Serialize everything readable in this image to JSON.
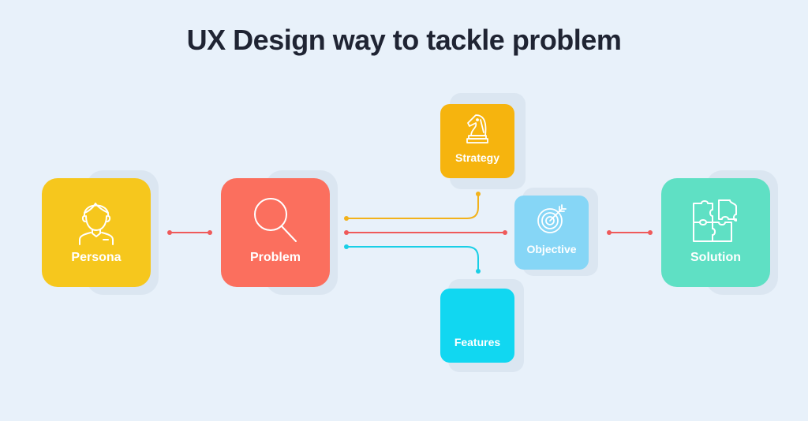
{
  "title": "UX Design way to tackle problem",
  "colors": {
    "background": "#e8f1fa",
    "persona": "#f6c71d",
    "problem": "#fb6f5e",
    "strategy": "#f6b40e",
    "objective": "#86d6f6",
    "features": "#11d7f1",
    "solution": "#5fe0c4",
    "connector_red": "#ef5a5a",
    "connector_yellow": "#f2b21b",
    "connector_cyan": "#19cfe6"
  },
  "nodes": {
    "persona": {
      "label": "Persona",
      "icon": "person-icon"
    },
    "problem": {
      "label": "Problem",
      "icon": "magnifier-icon"
    },
    "strategy": {
      "label": "Strategy",
      "icon": "chess-knight-icon"
    },
    "objective": {
      "label": "Objective",
      "icon": "target-icon"
    },
    "features": {
      "label": "Features",
      "icon": ""
    },
    "solution": {
      "label": "Solution",
      "icon": "puzzle-icon"
    }
  }
}
